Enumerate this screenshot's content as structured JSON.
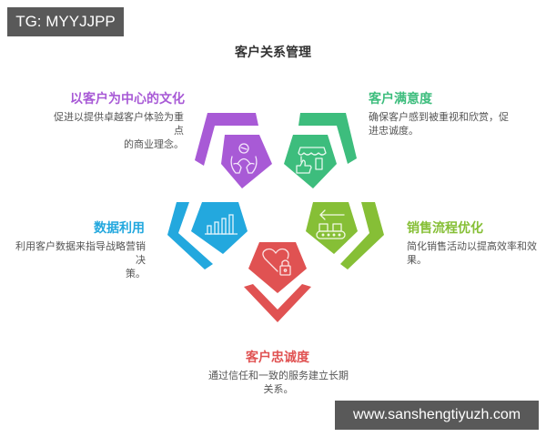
{
  "watermarks": {
    "top": "TG: MYYJJPP",
    "bottom": "www.sanshengtiyuzh.com"
  },
  "title": "客户关系管理",
  "colors": {
    "purple": "#a85ad6",
    "green": "#3dbd7d",
    "blue": "#23a8de",
    "lime": "#86bf36",
    "red": "#e05252"
  },
  "items": [
    {
      "id": "culture",
      "heading": "以客户为中心的文化",
      "desc_line1": "促进以提供卓越客户体验为重点",
      "desc_line2": "的商业理念。",
      "color": "#a85ad6",
      "icon": "hands-person-icon"
    },
    {
      "id": "satisfaction",
      "heading": "客户满意度",
      "desc_line1": "确保客户感到被重视和欣赏，促",
      "desc_line2": "进忠诚度。",
      "color": "#3dbd7d",
      "icon": "store-thumbs-up-icon"
    },
    {
      "id": "data",
      "heading": "数据利用",
      "desc_line1": "利用客户数据来指导战略营销决",
      "desc_line2": "策。",
      "color": "#23a8de",
      "icon": "bar-chart-icon"
    },
    {
      "id": "process",
      "heading": "销售流程优化",
      "desc_line1": "简化销售活动以提高效率和效",
      "desc_line2": "果。",
      "color": "#86bf36",
      "icon": "conveyor-arrow-icon"
    },
    {
      "id": "loyalty",
      "heading": "客户忠诚度",
      "desc_line1": "通过信任和一致的服务建立长期",
      "desc_line2": "关系。",
      "color": "#e05252",
      "icon": "heart-lock-icon"
    }
  ]
}
